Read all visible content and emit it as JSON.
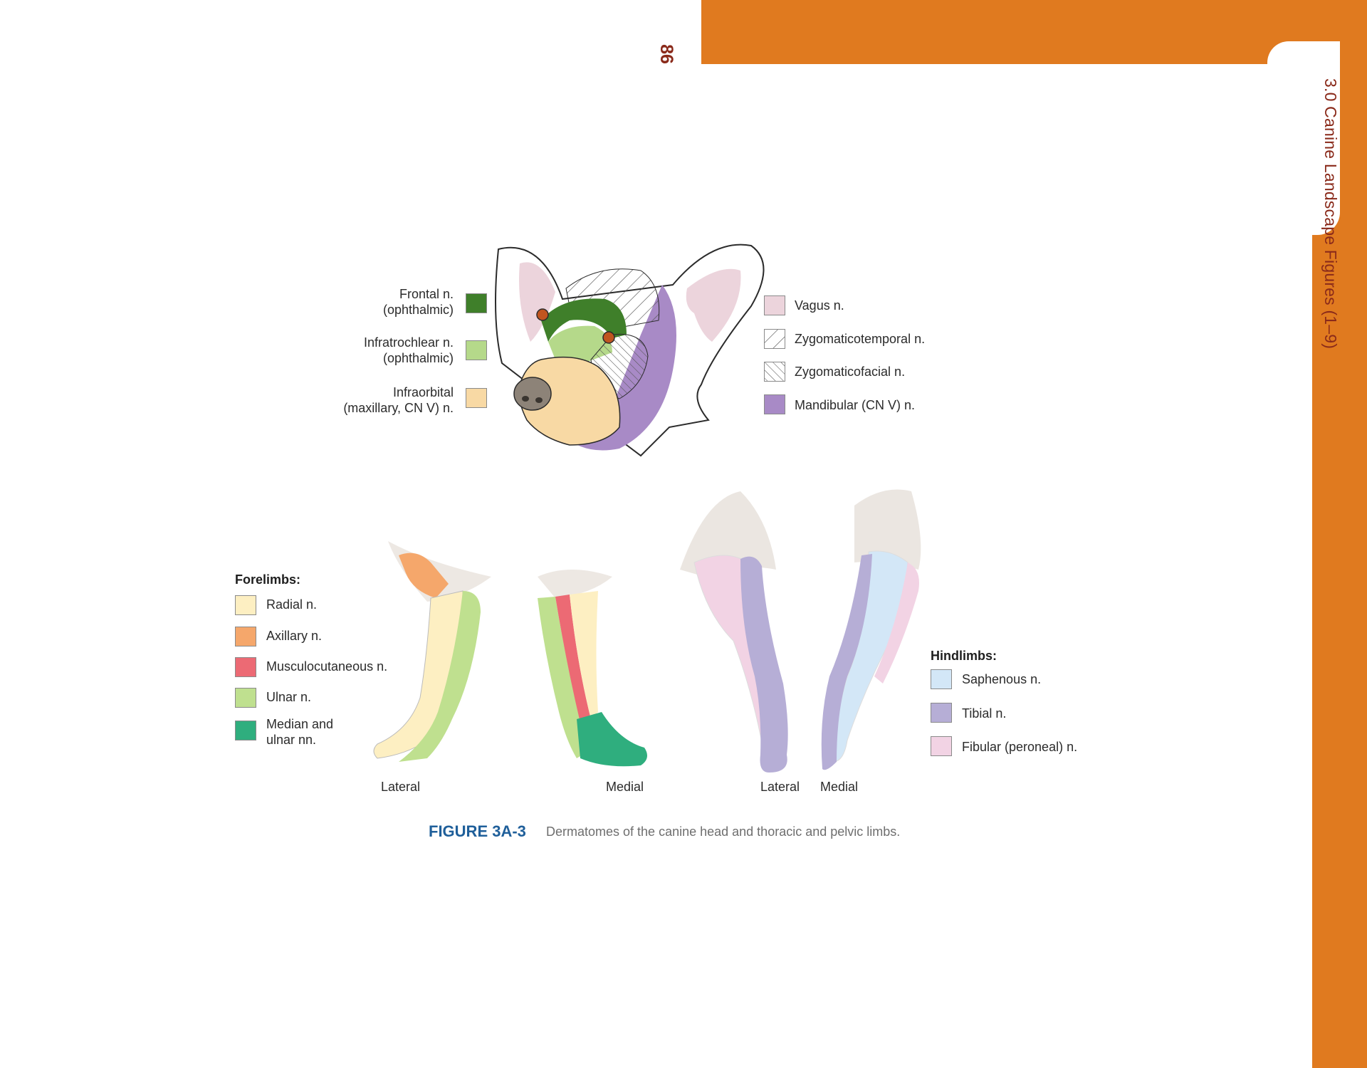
{
  "page": {
    "number": "86",
    "section_tab": "3.0 Canine Landscape Figures (1–9)",
    "accent_color": "#e07a1f"
  },
  "head_legend": {
    "left_items": [
      {
        "label": "Frontal n.\n(ophthalmic)",
        "color": "#3f7f2a"
      },
      {
        "label": "Infratrochlear n.\n(ophthalmic)",
        "color": "#b5d98a"
      },
      {
        "label": "Infraorbital\n(maxillary, CN V) n.",
        "color": "#f8d9a4"
      }
    ],
    "right_items": [
      {
        "label": "Vagus n.",
        "color": "#ecd4dc"
      },
      {
        "label": "Zygomaticotemporal n.",
        "pattern": "hatch-forward"
      },
      {
        "label": "Zygomaticofacial n.",
        "pattern": "hatch-backward"
      },
      {
        "label": "Mandibular (CN V) n.",
        "color": "#a88ac6"
      }
    ]
  },
  "forelimbs": {
    "heading": "Forelimbs:",
    "items": [
      {
        "label": "Radial n.",
        "color": "#fdefc2"
      },
      {
        "label": "Axillary n.",
        "color": "#f5a76b"
      },
      {
        "label": "Musculocutaneous n.",
        "color": "#ec6a74"
      },
      {
        "label": "Ulnar n.",
        "color": "#bfe08f"
      },
      {
        "label": "Median and\nulnar nn.",
        "color": "#2fae7e"
      }
    ],
    "views": [
      "Lateral",
      "Medial"
    ]
  },
  "hindlimbs": {
    "heading": "Hindlimbs:",
    "items": [
      {
        "label": "Saphenous n.",
        "color": "#d3e7f7"
      },
      {
        "label": "Tibial n.",
        "color": "#b6aed6"
      },
      {
        "label": "Fibular (peroneal) n.",
        "color": "#f2d3e4"
      }
    ],
    "views": [
      "Lateral",
      "Medial"
    ]
  },
  "caption": {
    "label": "FIGURE 3A-3",
    "text": "Dermatomes of the canine head and thoracic and pelvic limbs."
  }
}
